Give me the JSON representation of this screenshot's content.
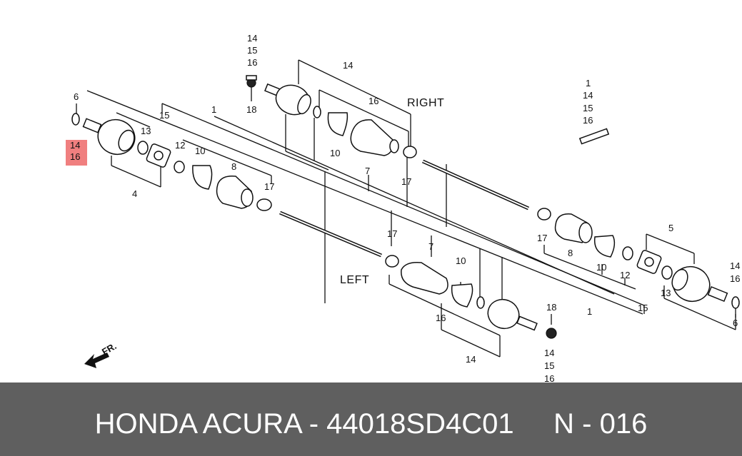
{
  "labels": {
    "right": "RIGHT",
    "left": "LEFT",
    "forward": "FR.",
    "n1": "1",
    "n4": "4",
    "n5": "5",
    "n6": "6",
    "n7": "7",
    "n8": "8",
    "n10": "10",
    "n12": "12",
    "n13": "13",
    "n14": "14",
    "n15": "15",
    "n16": "16",
    "n17": "17",
    "n18": "18"
  },
  "highlight": {
    "lines": [
      "14",
      "16"
    ],
    "color": "#f07f7f"
  },
  "footer": {
    "text": "HONDA ACURA - 44018SD4C01     N - 016",
    "background": "#5f5f5f",
    "color": "#ffffff"
  }
}
